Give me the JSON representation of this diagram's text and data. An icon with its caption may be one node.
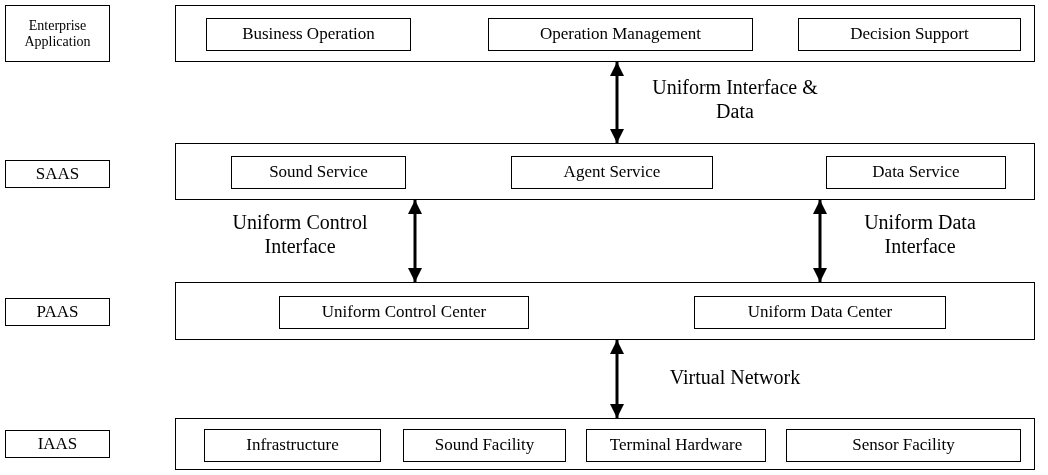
{
  "diagram": {
    "nodes": [
      {
        "text": [
          "Enterprise Application"
        ]
      },
      {
        "text": [],
        "shape": "box"
      },
      {
        "text": [
          "Business Operation"
        ],
        "in": 1
      },
      {
        "text": [
          "Operation Management"
        ],
        "in": 1
      },
      {
        "text": [
          "Decision Support"
        ],
        "in": 1
      },
      {
        "text": [
          "SAAS"
        ]
      },
      {
        "text": [],
        "shape": "box"
      },
      {
        "text": [
          "Sound Service"
        ],
        "in": 6
      },
      {
        "text": [
          "Agent Service"
        ],
        "in": 6
      },
      {
        "text": [
          "Data Service"
        ],
        "in": 6
      },
      {
        "text": [
          "PAAS"
        ]
      },
      {
        "text": [],
        "shape": "box"
      },
      {
        "text": [
          "Uniform Control Center"
        ],
        "in": 11
      },
      {
        "text": [
          "Uniform Data Center"
        ],
        "in": 11
      },
      {
        "text": [
          "IAAS"
        ]
      },
      {
        "text": [],
        "shape": "box"
      },
      {
        "text": [
          "Infrastructure"
        ],
        "in": 15
      },
      {
        "text": [
          "Sound Facility"
        ],
        "in": 15
      },
      {
        "text": [
          "Terminal Hardware"
        ],
        "in": 15
      },
      {
        "text": [
          "Sensor Facility"
        ],
        "in": 15
      }
    ],
    "edges": [
      {
        "from": 1,
        "to": 6,
        "arrow": "both",
        "label": "Uniform Interface & Data"
      },
      {
        "from": 6,
        "to": 11,
        "arrow": "both",
        "label": "Uniform Control Interface"
      },
      {
        "from": 6,
        "to": 11,
        "arrow": "both",
        "label": "Uniform Data Interface"
      },
      {
        "from": 11,
        "to": 15,
        "arrow": "both",
        "label": "Virtual Network"
      }
    ]
  }
}
